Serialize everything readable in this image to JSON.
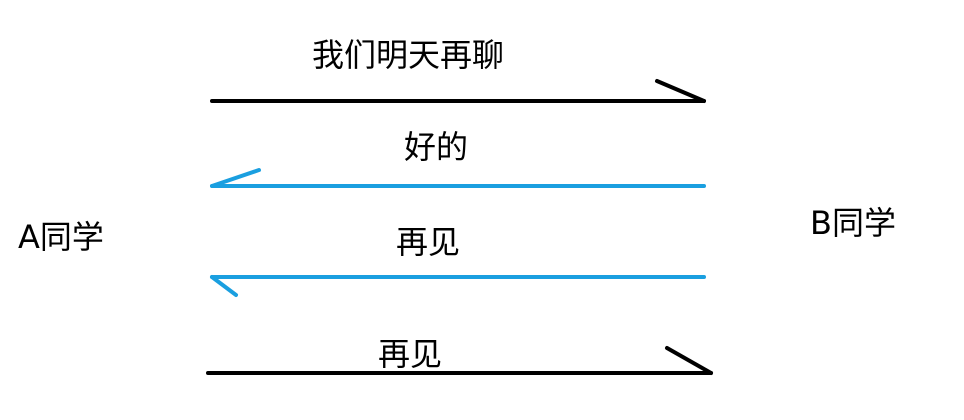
{
  "participants": {
    "left": "A同学",
    "right": "B同学"
  },
  "colors": {
    "black_arrow": "#000000",
    "blue_arrow": "#1a9fe0",
    "text": "#000000",
    "background": "#ffffff"
  },
  "messages": [
    {
      "label": "我们明天再聊",
      "direction": "right",
      "color": "black_arrow"
    },
    {
      "label": "好的",
      "direction": "left",
      "color": "blue_arrow"
    },
    {
      "label": "再见",
      "direction": "left",
      "color": "blue_arrow"
    },
    {
      "label": "再见",
      "direction": "right",
      "color": "black_arrow"
    }
  ]
}
